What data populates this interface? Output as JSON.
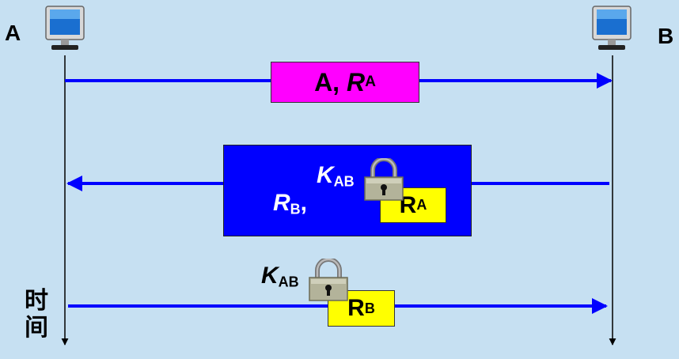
{
  "parties": {
    "a": "A",
    "b": "B"
  },
  "time_label": [
    "时",
    "间"
  ],
  "message1": {
    "text": "A, ",
    "nonce_var": "R",
    "nonce_sub": "A"
  },
  "message2": {
    "prefix_var": "R",
    "prefix_sub": "B",
    "prefix_suffix": ",",
    "key_var": "K",
    "key_sub": "AB",
    "payload_var": "R",
    "payload_sub": "A"
  },
  "message3": {
    "key_var": "K",
    "key_sub": "AB",
    "payload_var": "R",
    "payload_sub": "B"
  },
  "colors": {
    "background": "#c6e0f2",
    "arrow": "#0000ff",
    "message1_box": "#ff00ff",
    "message2_box": "#0000ff",
    "nonce_box": "#ffff00"
  },
  "icons": {
    "computer": "computer-monitor-icon",
    "lock": "padlock-icon"
  }
}
